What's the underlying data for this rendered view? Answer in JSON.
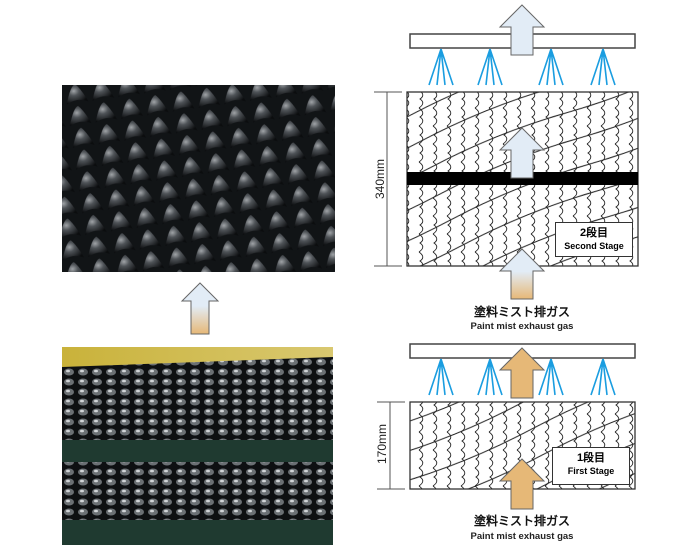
{
  "diagram": {
    "upper_stage": {
      "height_label": "340mm",
      "stage_jp": "2段目",
      "stage_en": "Second Stage",
      "inlet_jp": "塗料ミスト排ガス",
      "inlet_en": "Paint mist exhaust gas"
    },
    "lower_stage": {
      "height_label": "170mm",
      "stage_jp": "1段目",
      "stage_en": "First Stage",
      "inlet_jp": "塗料ミスト排ガス",
      "inlet_en": "Paint mist exhaust gas"
    },
    "colors": {
      "spray": "#1a9de0",
      "clean_arrow": "#e2ecf6",
      "dirty_arrow": "#e6b877",
      "arrow_border": "#666666"
    }
  }
}
